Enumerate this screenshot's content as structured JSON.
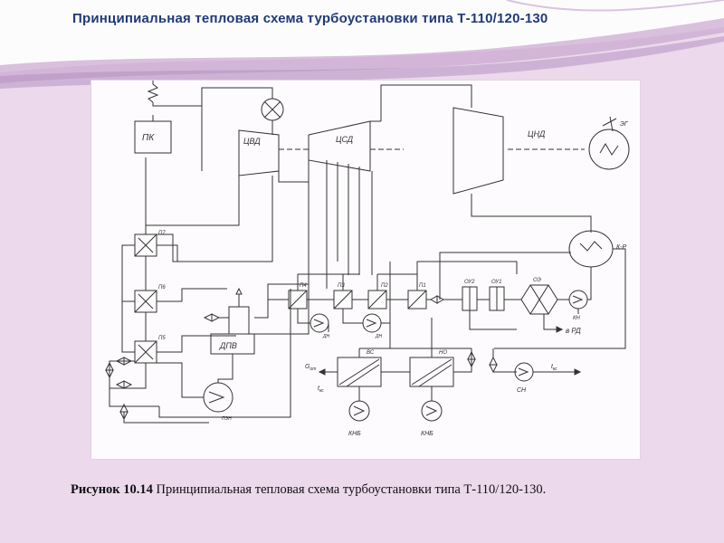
{
  "slide": {
    "title": "Принципиальная тепловая схема турбоустановки типа Т-110/120-130",
    "accent_color": "#1f3a78",
    "background_color": "#ecd9ec"
  },
  "scheme": {
    "labels": {
      "pk": "ПК",
      "cvd": "ЦВД",
      "csd": "ЦСД",
      "cnd": "ЦНД",
      "eg": "ЭГ",
      "kr": "К-Р",
      "p7": "П7",
      "p6": "П6",
      "p5": "П5",
      "dpv": "ДПВ",
      "pn": "ПЭН",
      "p4": "П4",
      "p3": "П3",
      "p2": "П2",
      "p1": "П1",
      "ohl2": "ОУ2",
      "ohl1": "ОУ1",
      "oe": "ОЭ",
      "kn": "КН",
      "dn1": "ДН",
      "dn2": "ДН",
      "v_rd": "в РД",
      "g_ot": "G",
      "g_ot_sub": "от",
      "t_ks_left": "t",
      "t_ks_left_sub": "кс",
      "t_ks_right": "t",
      "t_ks_right_sub": "кс",
      "vs": "ВС",
      "no": "НО",
      "knb1": "КНБ",
      "knb2": "КНБ",
      "sn": "СН"
    }
  },
  "caption": {
    "figure_ref": "Рисунок 10.14",
    "text": "Принципиальная тепловая схема турбоустановки типа Т-110/120-130."
  }
}
